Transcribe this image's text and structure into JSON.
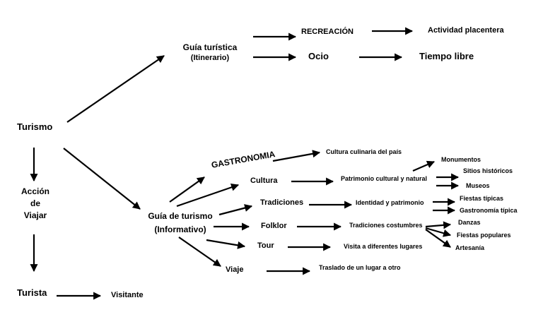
{
  "nodes": {
    "turismo": "Turismo",
    "accion_l1": "Acción",
    "accion_l2": "de",
    "accion_l3": "Viajar",
    "turista": "Turista",
    "visitante": "Visitante",
    "guia_turistica_l1": "Guía turística",
    "guia_turistica_l2": "(Itinerario)",
    "recreacion": "RECREACIÓN",
    "actividad_placentera": "Actividad placentera",
    "ocio": "Ocio",
    "tiempo_libre": "Tiempo libre",
    "guia_turismo_l1": "Guía de turismo",
    "guia_turismo_l2": "(Informativo)",
    "gastronomia": "GASTRONOMIA",
    "cultura_culinaria": "Cultura culinaria del país",
    "cultura": "Cultura",
    "patrimonio_cultural": "Patrimonio cultural y natural",
    "monumentos": "Monumentos",
    "sitios_historicos": "Sitios históricos",
    "museos": "Museos",
    "tradiciones": "Tradiciones",
    "identidad_patrimonio": "Identidad y patrimonio",
    "fiestas_tipicas": "Fiestas típicas",
    "gastronomia_tipica": "Gastronomía típica",
    "folklor": "Folklor",
    "tradiciones_costumbres": "Tradiciones costumbres",
    "danzas": "Danzas",
    "fiestas_populares": "Fiestas populares",
    "artesania": "Artesanía",
    "tour": "Tour",
    "visita_lugares": "Visita a diferentes lugares",
    "viaje": "Viaje",
    "traslado": "Traslado de un lugar a otro"
  }
}
